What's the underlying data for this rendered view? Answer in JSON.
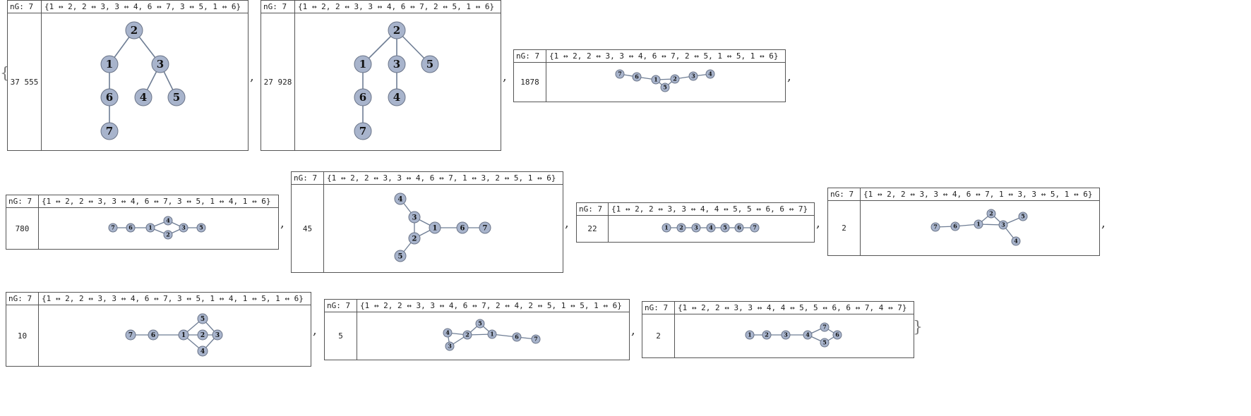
{
  "open_brace": "{",
  "close_brace": "}",
  "separator": ",",
  "colors": {
    "vertex_fill": "#a8b4cc",
    "vertex_stroke": "#6a7488",
    "edge": "#6e7d94",
    "border": "#555555"
  },
  "cells": [
    {
      "ng": "nG: 7",
      "edges": "{1 ↔ 2, 2 ↔ 3, 3 ↔ 4, 6 ↔ 7, 3 ↔ 5, 1 ↔ 6}",
      "count": "37 555",
      "vertices": [
        "2",
        "1",
        "3",
        "6",
        "4",
        "5",
        "7"
      ],
      "edge_list": [
        [
          "2",
          "1"
        ],
        [
          "2",
          "3"
        ],
        [
          "1",
          "6"
        ],
        [
          "3",
          "4"
        ],
        [
          "3",
          "5"
        ],
        [
          "6",
          "7"
        ]
      ]
    },
    {
      "ng": "nG: 7",
      "edges": "{1 ↔ 2, 2 ↔ 3, 3 ↔ 4, 6 ↔ 7, 2 ↔ 5, 1 ↔ 6}",
      "count": "27 928",
      "vertices": [
        "2",
        "1",
        "3",
        "5",
        "6",
        "4",
        "7"
      ],
      "edge_list": [
        [
          "2",
          "1"
        ],
        [
          "2",
          "3"
        ],
        [
          "2",
          "5"
        ],
        [
          "1",
          "6"
        ],
        [
          "3",
          "4"
        ],
        [
          "6",
          "7"
        ]
      ]
    },
    {
      "ng": "nG: 7",
      "edges": "{1 ↔ 2, 2 ↔ 3, 3 ↔ 4, 6 ↔ 7, 2 ↔ 5, 1 ↔ 5, 1 ↔ 6}",
      "count": "1878",
      "vertices": [
        "7",
        "6",
        "1",
        "5",
        "2",
        "3",
        "4"
      ],
      "edge_list": [
        [
          "7",
          "6"
        ],
        [
          "6",
          "1"
        ],
        [
          "1",
          "2"
        ],
        [
          "1",
          "5"
        ],
        [
          "5",
          "2"
        ],
        [
          "2",
          "3"
        ],
        [
          "3",
          "4"
        ]
      ]
    },
    {
      "ng": "nG: 7",
      "edges": "{1 ↔ 2, 2 ↔ 3, 3 ↔ 4, 6 ↔ 7, 3 ↔ 5, 1 ↔ 4, 1 ↔ 6}",
      "count": "780",
      "vertices": [
        "7",
        "6",
        "1",
        "4",
        "2",
        "3",
        "5"
      ],
      "edge_list": [
        [
          "7",
          "6"
        ],
        [
          "6",
          "1"
        ],
        [
          "1",
          "4"
        ],
        [
          "1",
          "2"
        ],
        [
          "4",
          "3"
        ],
        [
          "2",
          "3"
        ],
        [
          "3",
          "5"
        ]
      ]
    },
    {
      "ng": "nG: 7",
      "edges": "{1 ↔ 2, 2 ↔ 3, 3 ↔ 4, 6 ↔ 7, 1 ↔ 3, 2 ↔ 5, 1 ↔ 6}",
      "count": "45",
      "vertices": [
        "4",
        "3",
        "1",
        "2",
        "5",
        "6",
        "7"
      ],
      "edge_list": [
        [
          "4",
          "3"
        ],
        [
          "3",
          "1"
        ],
        [
          "3",
          "2"
        ],
        [
          "2",
          "1"
        ],
        [
          "2",
          "5"
        ],
        [
          "1",
          "6"
        ],
        [
          "6",
          "7"
        ]
      ]
    },
    {
      "ng": "nG: 7",
      "edges": "{1 ↔ 2, 2 ↔ 3, 3 ↔ 4, 4 ↔ 5, 5 ↔ 6, 6 ↔ 7}",
      "count": "22",
      "vertices": [
        "1",
        "2",
        "3",
        "4",
        "5",
        "6",
        "7"
      ],
      "edge_list": [
        [
          "1",
          "2"
        ],
        [
          "2",
          "3"
        ],
        [
          "3",
          "4"
        ],
        [
          "4",
          "5"
        ],
        [
          "5",
          "6"
        ],
        [
          "6",
          "7"
        ]
      ]
    },
    {
      "ng": "nG: 7",
      "edges": "{1 ↔ 2, 2 ↔ 3, 3 ↔ 4, 6 ↔ 7, 1 ↔ 3, 3 ↔ 5, 1 ↔ 6}",
      "count": "2",
      "vertices": [
        "7",
        "6",
        "1",
        "2",
        "3",
        "5",
        "4"
      ],
      "edge_list": [
        [
          "7",
          "6"
        ],
        [
          "6",
          "1"
        ],
        [
          "1",
          "2"
        ],
        [
          "1",
          "3"
        ],
        [
          "2",
          "3"
        ],
        [
          "3",
          "5"
        ],
        [
          "3",
          "4"
        ]
      ]
    },
    {
      "ng": "nG: 7",
      "edges": "{1 ↔ 2, 2 ↔ 3, 3 ↔ 4, 6 ↔ 7, 3 ↔ 5, 1 ↔ 4, 1 ↔ 5, 1 ↔ 6}",
      "count": "10",
      "vertices": [
        "7",
        "6",
        "1",
        "5",
        "2",
        "3",
        "4"
      ],
      "edge_list": [
        [
          "7",
          "6"
        ],
        [
          "6",
          "1"
        ],
        [
          "1",
          "2"
        ],
        [
          "2",
          "3"
        ],
        [
          "3",
          "4"
        ],
        [
          "3",
          "5"
        ],
        [
          "1",
          "4"
        ],
        [
          "1",
          "5"
        ]
      ]
    },
    {
      "ng": "nG: 7",
      "edges": "{1 ↔ 2, 2 ↔ 3, 3 ↔ 4, 6 ↔ 7, 2 ↔ 4, 2 ↔ 5, 1 ↔ 5, 1 ↔ 6}",
      "count": "5",
      "vertices": [
        "4",
        "3",
        "2",
        "5",
        "1",
        "6",
        "7"
      ],
      "edge_list": [
        [
          "4",
          "3"
        ],
        [
          "3",
          "2"
        ],
        [
          "2",
          "4"
        ],
        [
          "2",
          "5"
        ],
        [
          "5",
          "1"
        ],
        [
          "2",
          "1"
        ],
        [
          "1",
          "6"
        ],
        [
          "6",
          "7"
        ]
      ]
    },
    {
      "ng": "nG: 7",
      "edges": "{1 ↔ 2, 2 ↔ 3, 3 ↔ 4, 4 ↔ 5, 5 ↔ 6, 6 ↔ 7, 4 ↔ 7}",
      "count": "2",
      "vertices": [
        "1",
        "2",
        "3",
        "4",
        "7",
        "6",
        "5"
      ],
      "edge_list": [
        [
          "1",
          "2"
        ],
        [
          "2",
          "3"
        ],
        [
          "3",
          "4"
        ],
        [
          "4",
          "5"
        ],
        [
          "5",
          "6"
        ],
        [
          "6",
          "7"
        ],
        [
          "4",
          "7"
        ]
      ]
    }
  ]
}
